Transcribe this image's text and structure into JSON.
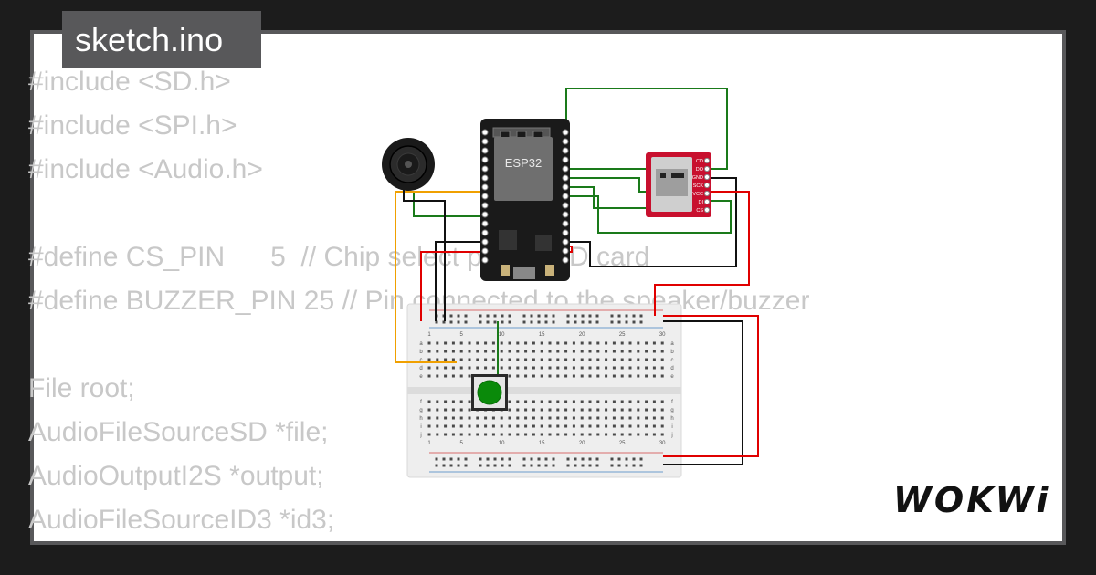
{
  "tab": {
    "filename": "sketch.ino"
  },
  "code_lines": [
    "#include <SD.h>",
    "#include <SPI.h>",
    "#include <Audio.h>",
    "",
    "#define CS_PIN      5  // Chip select pin for SD card",
    "#define BUZZER_PIN 25 // Pin connected to the speaker/buzzer",
    "",
    "File root;",
    "AudioFileSourceSD *file;",
    "AudioOutputI2S *output;",
    "AudioFileSourceID3 *id3;"
  ],
  "esp32": {
    "label": "ESP32"
  },
  "sd_module": {
    "pins": [
      "CD",
      "DO",
      "GND",
      "SCK",
      "VCC",
      "DI",
      "CS"
    ]
  },
  "breadboard": {
    "column_numbers": [
      "1",
      "5",
      "10",
      "15",
      "20",
      "25",
      "30"
    ],
    "row_letters_top": [
      "a",
      "b",
      "c",
      "d",
      "e"
    ],
    "row_letters_bottom": [
      "f",
      "g",
      "h",
      "i",
      "j"
    ]
  },
  "brand": {
    "logo_text": "WOKWi"
  },
  "colors": {
    "wire_green": "#1a7a1a",
    "wire_red": "#e00000",
    "wire_black": "#111111",
    "wire_orange": "#f0a000",
    "esp32_board": "#1a1a1a",
    "sd_board": "#c8102e",
    "button": "#0a8a0a",
    "code_text": "#c8c8c8",
    "tab_background": "#58585a"
  }
}
